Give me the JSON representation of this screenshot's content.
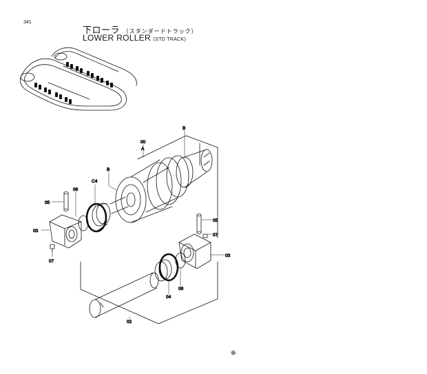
{
  "page_number": "341",
  "title": {
    "japanese_main": "下ローラ",
    "japanese_sub": "（スタンダードトラック）",
    "english_main": "LOWER ROLLER",
    "english_sub": "(STD TRACK)"
  },
  "callouts": {
    "assembly": "00",
    "label_a": "A",
    "label_b_top": "B",
    "label_b_left": "B",
    "label_c4": "C4",
    "pin_left": "05",
    "seal_left": "06",
    "bracket_left": "03",
    "bolt_left": "07",
    "pin_right": "05",
    "bolt_right": "07",
    "bracket_right": "03",
    "shaft": "02",
    "seal_right_outer": "04",
    "seal_right_inner": "06"
  },
  "footer_mark": "⊕"
}
